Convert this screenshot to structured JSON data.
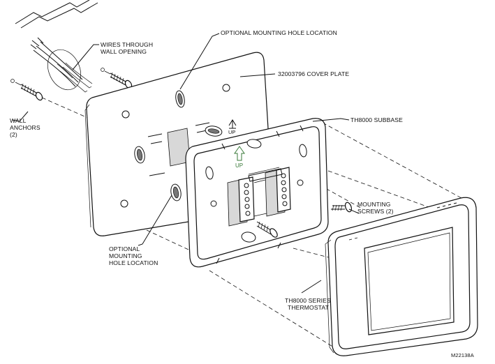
{
  "labels": {
    "optional_mounting_top": "OPTIONAL MOUNTING HOLE LOCATION",
    "wires_line1": "WIRES THROUGH",
    "wires_line2": "WALL OPENING",
    "cover_plate": "32003796 COVER PLATE",
    "wall_anchors_line1": "WALL",
    "wall_anchors_line2": "ANCHORS",
    "wall_anchors_line3": "(2)",
    "subbase": "TH8000 SUBBASE",
    "mounting_screws_line1": "MOUNTING",
    "mounting_screws_line2": "SCREWS (2)",
    "optional_bottom_line1": "OPTIONAL",
    "optional_bottom_line2": "MOUNTING",
    "optional_bottom_line3": "HOLE LOCATION",
    "thermostat_line1": "TH8000 SERIES",
    "thermostat_line2": "THERMOSTAT",
    "figure_id": "M22138A",
    "up_plate": "UP",
    "up_subbase": "UP"
  }
}
